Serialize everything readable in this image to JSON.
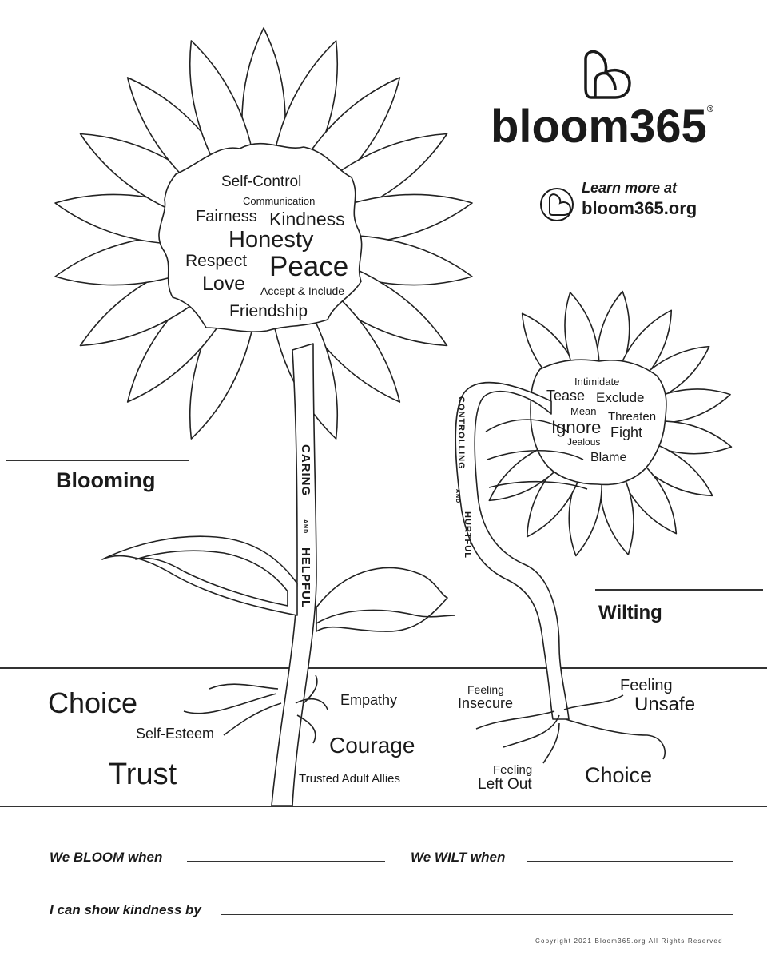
{
  "brand": {
    "name": "bloom365",
    "registered_mark": "®",
    "learn_more": "Learn more at",
    "url": "bloom365.org"
  },
  "blooming_flower": {
    "label": "Blooming",
    "stem_words": [
      "CARING",
      "AND",
      "HELPFUL"
    ],
    "center_words": {
      "self_control": "Self-Control",
      "communication": "Communication",
      "fairness": "Fairness",
      "kindness": "Kindness",
      "honesty": "Honesty",
      "respect": "Respect",
      "peace": "Peace",
      "love": "Love",
      "accept_include": "Accept & Include",
      "friendship": "Friendship"
    },
    "roots": {
      "choice": "Choice",
      "self_esteem": "Self-Esteem",
      "trust": "Trust",
      "empathy": "Empathy",
      "courage": "Courage",
      "trusted_adults": "Trusted Adult Allies"
    }
  },
  "wilting_flower": {
    "label": "Wilting",
    "stem_words": [
      "CONTROLLING",
      "AND",
      "HURTFUL"
    ],
    "center_words": {
      "intimidate": "Intimidate",
      "tease": "Tease",
      "exclude": "Exclude",
      "mean": "Mean",
      "threaten": "Threaten",
      "ignore": "Ignore",
      "fight": "Fight",
      "jealous": "Jealous",
      "blame": "Blame"
    },
    "roots": {
      "insecure_1": "Feeling",
      "insecure_2": "Insecure",
      "unsafe_1": "Feeling",
      "unsafe_2": "Unsafe",
      "leftout_1": "Feeling",
      "leftout_2": "Left Out",
      "choice": "Choice"
    }
  },
  "prompts": {
    "bloom": "We BLOOM when",
    "wilt": "We WILT when",
    "kindness": "I can show kindness by"
  },
  "copyright": "Copyright 2021 Bloom365.org All Rights Reserved"
}
